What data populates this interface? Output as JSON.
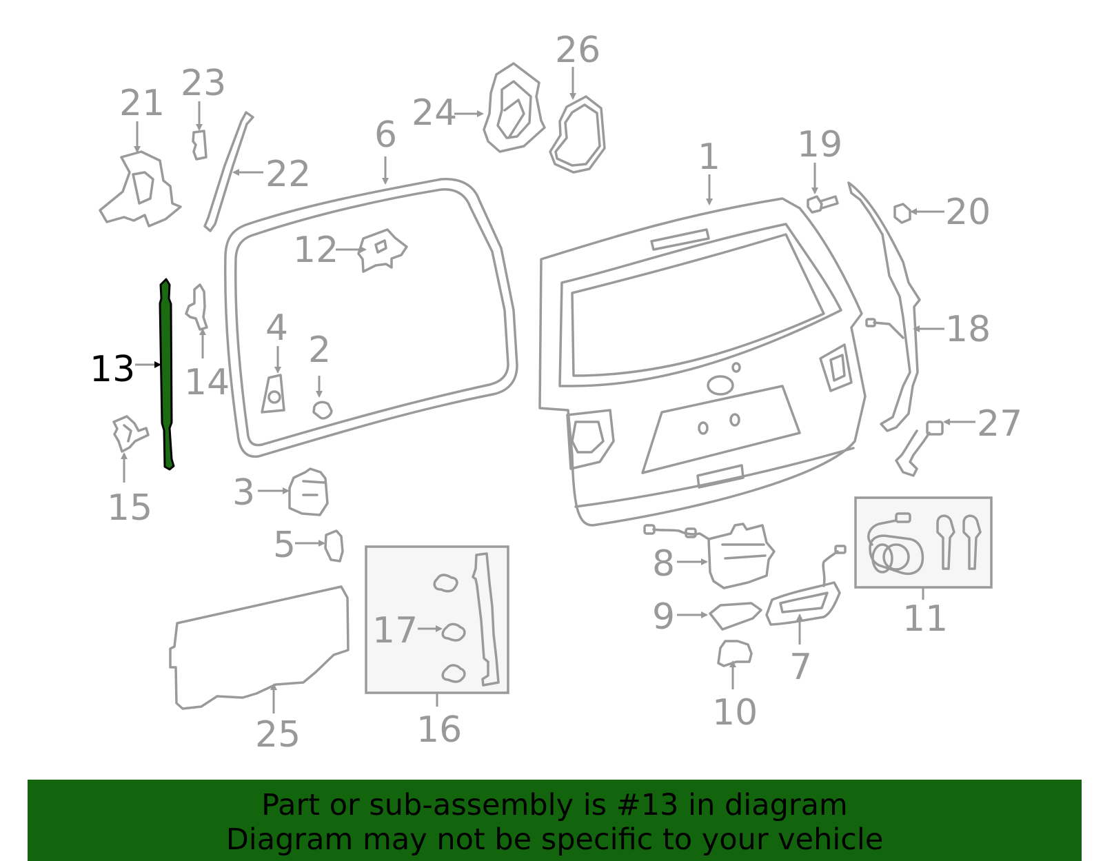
{
  "diagram": {
    "highlight_part": "13",
    "highlight_color": "#1a6b12",
    "part_color": "#9a9a9a",
    "callouts": [
      "1",
      "2",
      "3",
      "4",
      "5",
      "6",
      "7",
      "8",
      "9",
      "10",
      "11",
      "12",
      "13",
      "14",
      "15",
      "16",
      "17",
      "18",
      "19",
      "20",
      "21",
      "22",
      "23",
      "24",
      "25",
      "26",
      "27"
    ]
  },
  "banner": {
    "line1": "Part or sub-assembly is #13 in diagram",
    "line2": "Diagram may not be specific to your vehicle",
    "background": "#13650d"
  }
}
